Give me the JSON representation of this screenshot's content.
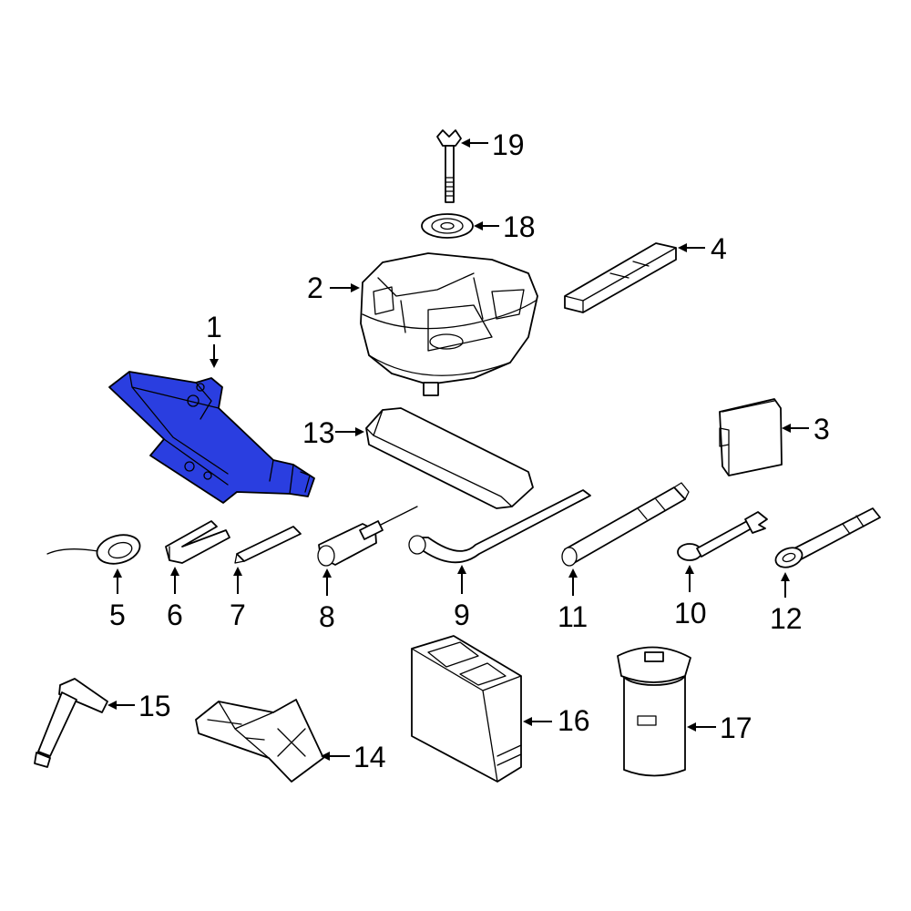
{
  "highlight_color": "#2a3ee0",
  "highlighted_part": "1",
  "callouts": [
    {
      "id": "c1",
      "label": "1"
    },
    {
      "id": "c2",
      "label": "2"
    },
    {
      "id": "c3",
      "label": "3"
    },
    {
      "id": "c4",
      "label": "4"
    },
    {
      "id": "c5",
      "label": "5"
    },
    {
      "id": "c6",
      "label": "6"
    },
    {
      "id": "c7",
      "label": "7"
    },
    {
      "id": "c8",
      "label": "8"
    },
    {
      "id": "c9",
      "label": "9"
    },
    {
      "id": "c10",
      "label": "10"
    },
    {
      "id": "c11",
      "label": "11"
    },
    {
      "id": "c12",
      "label": "12"
    },
    {
      "id": "c13",
      "label": "13"
    },
    {
      "id": "c14",
      "label": "14"
    },
    {
      "id": "c15",
      "label": "15"
    },
    {
      "id": "c16",
      "label": "16"
    },
    {
      "id": "c17",
      "label": "17"
    },
    {
      "id": "c18",
      "label": "18"
    },
    {
      "id": "c19",
      "label": "19"
    }
  ]
}
